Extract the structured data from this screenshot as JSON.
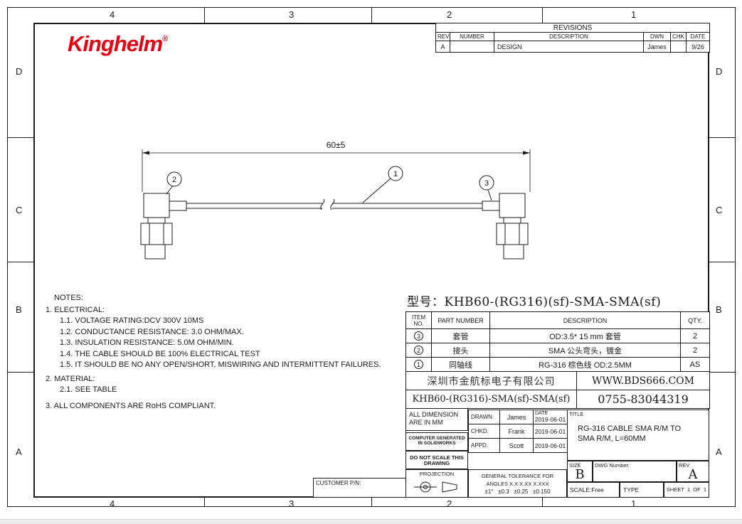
{
  "zones": {
    "cols": [
      "4",
      "3",
      "2",
      "1"
    ],
    "rows": [
      "D",
      "C",
      "B",
      "A"
    ]
  },
  "logo": {
    "brand": "Kinghelm",
    "reg": "®"
  },
  "revisions": {
    "title": "REVISIONS",
    "headers": {
      "rev": "REV",
      "number": "NUMBER",
      "description": "DESCRIPTION",
      "dwn": "DWN",
      "chk": "CHK",
      "date": "DATE"
    },
    "rows": [
      {
        "rev": "A",
        "number": "",
        "description": "DESIGN",
        "dwn": "James",
        "chk": "",
        "date": "9/26"
      }
    ]
  },
  "drawing": {
    "dimension_label": "60±5",
    "balloon_1": "1",
    "balloon_2": "2",
    "balloon_3": "3"
  },
  "notes": {
    "title": "NOTES:",
    "lines": [
      "1.  ELECTRICAL:",
      "1.1.  VOLTAGE RATING:DCV 300V 10MS",
      "1.2.  CONDUCTANCE RESISTANCE: 3.0 OHM/MAX.",
      "1.3.  INSULATION RESISTANCE: 5.0M OHM/MIN.",
      "1.4.  THE CABLE SHOULD BE 100% ELECTRICAL TEST",
      "1.5.  IT SHOULD BE NO ANY OPEN/SHORT, MISWIRING AND INTERMITTENT FAILURES.",
      "2.  MATERIAL:",
      "2.1.  SEE TABLE",
      "3.  ALL COMPONENTS ARE RoHS COMPLIANT."
    ]
  },
  "model": {
    "text": "型号：KHB60-(RG316)(sf)-SMA-SMA(sf)"
  },
  "parts": {
    "headers": {
      "item_line1": "ITEM",
      "item_line2": "NO.",
      "part": "PART NUMBER",
      "description": "DESCRIPTION",
      "qty": "QTY."
    },
    "rows": [
      {
        "item": "3",
        "part": "套管",
        "description": "OD:3.5* 15 mm 套管",
        "qty": "2"
      },
      {
        "item": "2",
        "part": "接头",
        "description": "SMA 公头弯头，镀金",
        "qty": "2"
      },
      {
        "item": "1",
        "part": "同轴线",
        "description": "RG-316 棕色线 OD:2.5MM",
        "qty": "AS"
      }
    ]
  },
  "company": {
    "name": "深圳市金航标电子有限公司",
    "website": "WWW.BDS666.COM",
    "part_number": "KHB60-(RG316)-SMA(sf)-SMA(sf)",
    "phone": "0755-83044319"
  },
  "title_block": {
    "dimension_note_1": "ALL DIMENSION",
    "dimension_note_2": "ARE IN MM",
    "computer_generated": "COMPUTER GENERATED IN SOLIDWORKS",
    "do_not_scale": "DO NOT SCALE THIS DRAWING",
    "drawn_label": "DRAWN",
    "drawn_name": "James",
    "date_label": "DATE",
    "drawn_date": "2019-06-01",
    "chkd_label": "CHKD.",
    "chkd_name": "Frank",
    "chkd_date": "2019-06-01",
    "appd_label": "APPD.",
    "appd_name": "Scott",
    "appd_date": "2019-06-01",
    "title_label": "TITLE",
    "title_line1": "RG-316 CABLE SMA R/M TO",
    "title_line2": "SMA R/M, L=60MM",
    "size_label": "SIZE",
    "size_value": "B",
    "dwg_label": "DWG Number.",
    "rev_label": "REV",
    "rev_value": "A",
    "scale": "SCALE:Free",
    "type_label": "TYPE",
    "sheet_text": "SHEET  1  OF  1",
    "projection_label": "PROJECTION",
    "tolerance_line1": "GENERAL TOLERANCE FOR",
    "tolerance_line2": "ANGLES X.X X.XX X.XXX",
    "tolerance_line3": "±1°   ±0.3   ±0.25   ±0.150",
    "customer_pn": "CUSTOMER P/N:"
  }
}
